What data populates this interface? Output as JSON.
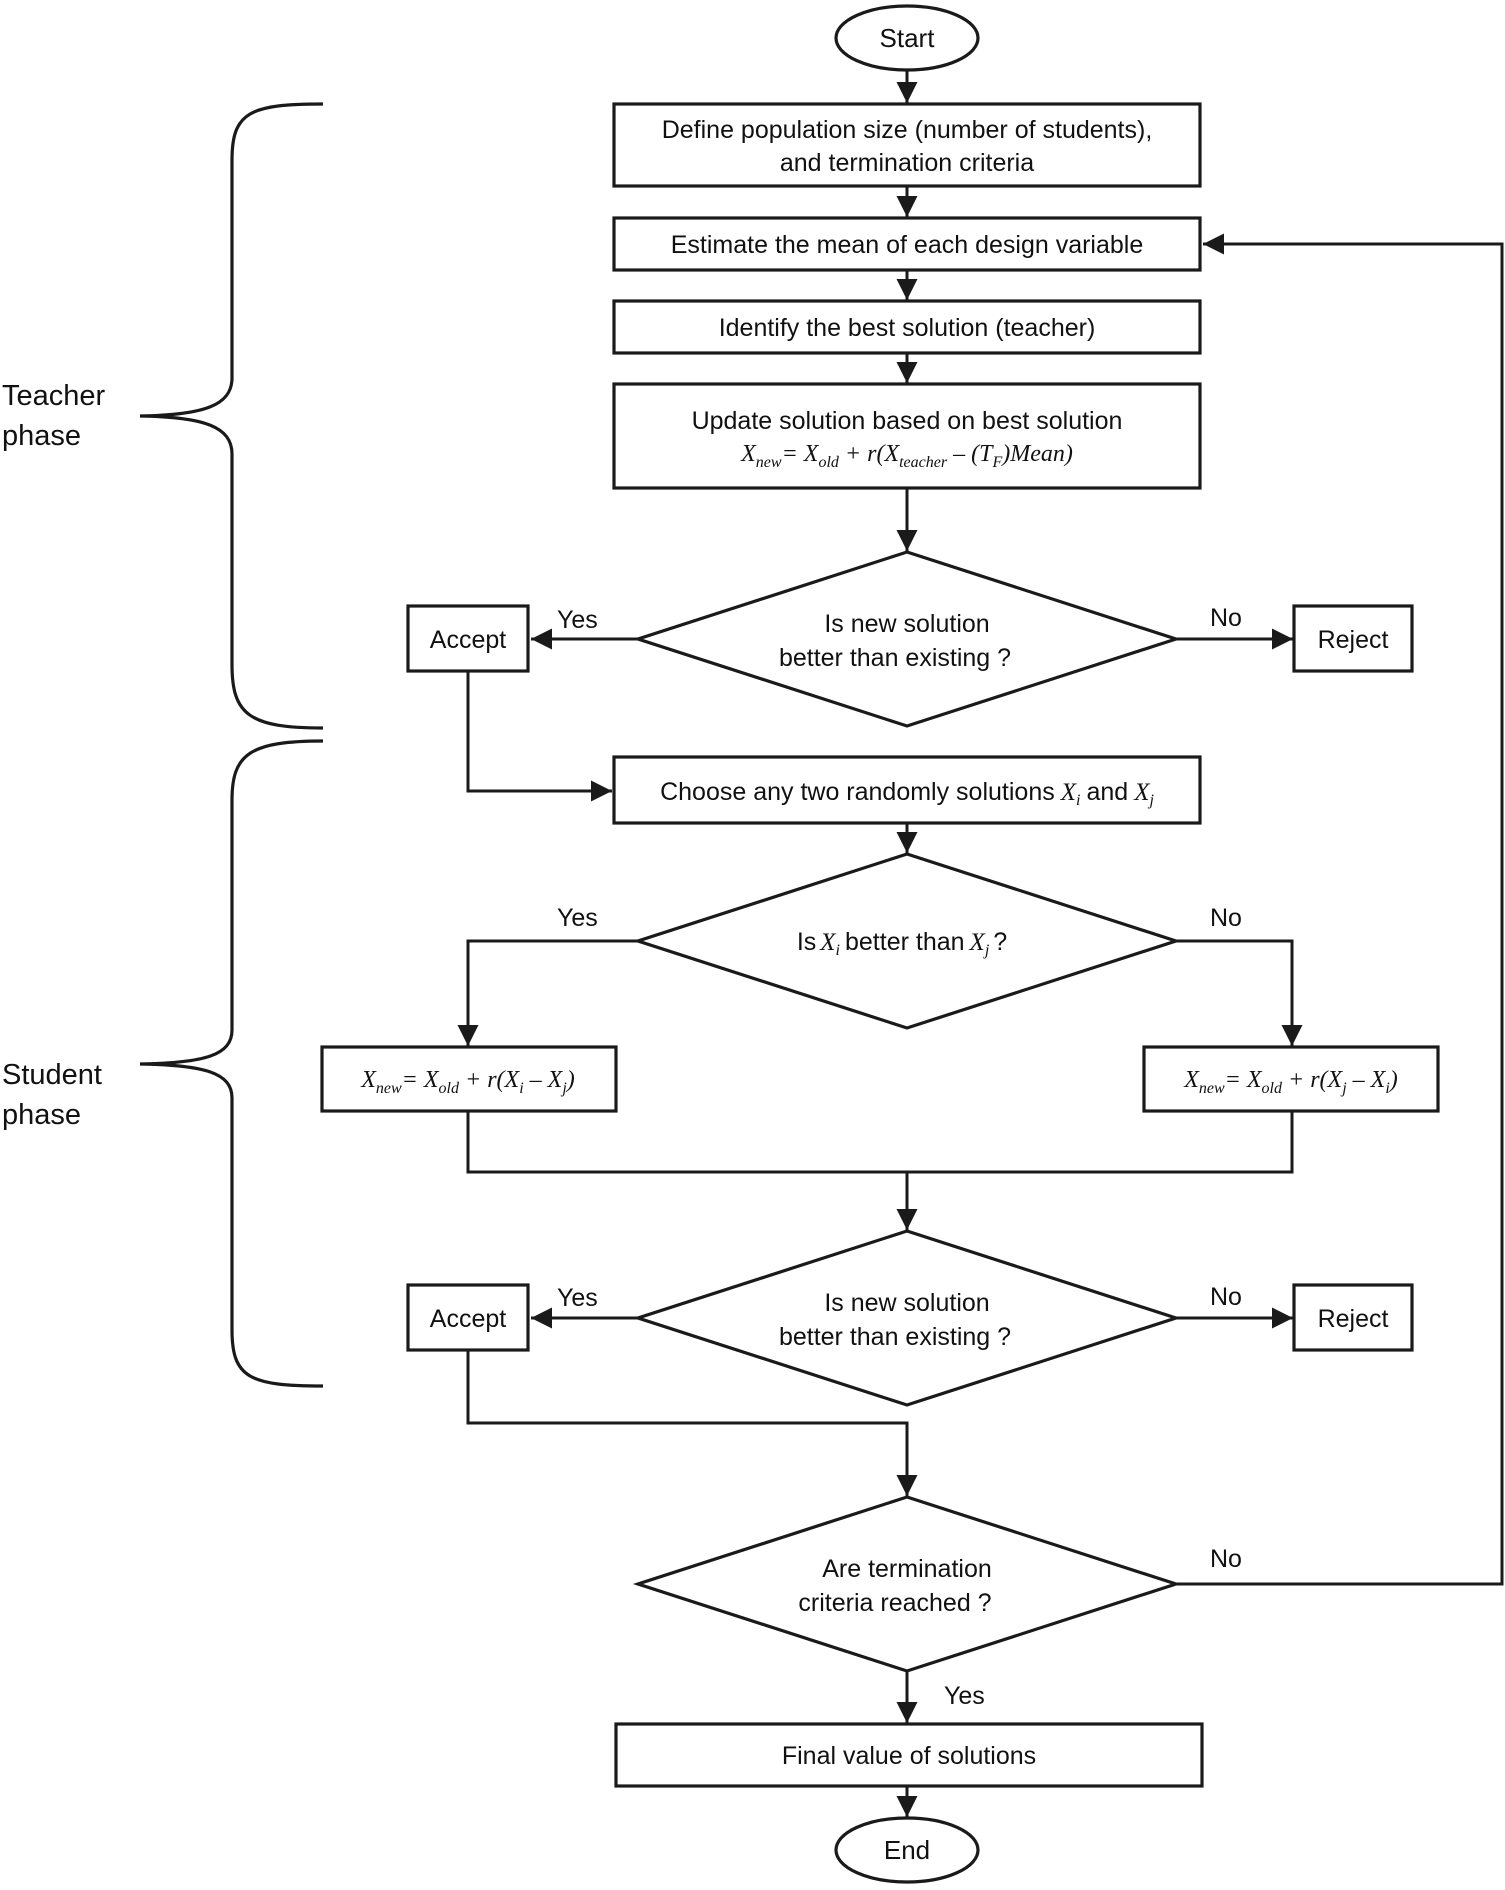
{
  "nodes": {
    "start": "Start",
    "define_line1": "Define population size (number of students),",
    "define_line2": "and termination criteria",
    "estimate": "Estimate the mean of each design variable",
    "identify": "Identify the best solution (teacher)",
    "update_line1": "Update solution based on best solution",
    "teacher_formula": {
      "x": "X",
      "new": "new",
      "eq": "= ",
      "x2": "X",
      "old": "old",
      "plus": " + ",
      "r": "r",
      "open": "(",
      "x3": "X",
      "teacher": "teacher",
      "minus": " – (",
      "tf": "T",
      "f": "F",
      "close": ")Mean)"
    },
    "decision1_line1": "Is new solution",
    "decision1_line2": "better than existing ?",
    "accept1": "Accept",
    "reject1": "Reject",
    "choose_text": "Choose any two randomly solutions",
    "choose_xi": "X",
    "choose_i": "i",
    "choose_and": "and",
    "choose_xj": "X",
    "choose_j": "j",
    "decision2_is": "Is",
    "decision2_xi": "X",
    "decision2_i": "i",
    "decision2_mid": "better than",
    "decision2_xj": "X",
    "decision2_j": "j",
    "decision2_q": "?",
    "left_formula": {
      "x": "X",
      "new": "new",
      "eq": "= ",
      "x2": "X",
      "old": "old",
      "plus": " + ",
      "r": "r",
      "open": "(",
      "a": "X",
      "as": "i",
      "minus": " – ",
      "b": "X",
      "bs": "j",
      "close": ")"
    },
    "right_formula": {
      "x": "X",
      "new": "new",
      "eq": "= ",
      "x2": "X",
      "old": "old",
      "plus": " + ",
      "r": "r",
      "open": "(",
      "a": "X",
      "as": "j",
      "minus": " – ",
      "b": "X",
      "bs": "i",
      "close": ")"
    },
    "decision3_line1": "Is new solution",
    "decision3_line2": "better than existing ?",
    "accept2": "Accept",
    "reject2": "Reject",
    "decision4_line1": "Are termination",
    "decision4_line2": "criteria reached ?",
    "final": "Final value of solutions",
    "end": "End"
  },
  "edge_labels": {
    "yes1": "Yes",
    "no1": "No",
    "yes2": "Yes",
    "no2": "No",
    "yes3": "Yes",
    "no3": "No",
    "no4": "No",
    "yes4": "Yes"
  },
  "phases": {
    "teacher_line1": "Teacher",
    "teacher_line2": "phase",
    "student_line1": "Student",
    "student_line2": "phase"
  }
}
